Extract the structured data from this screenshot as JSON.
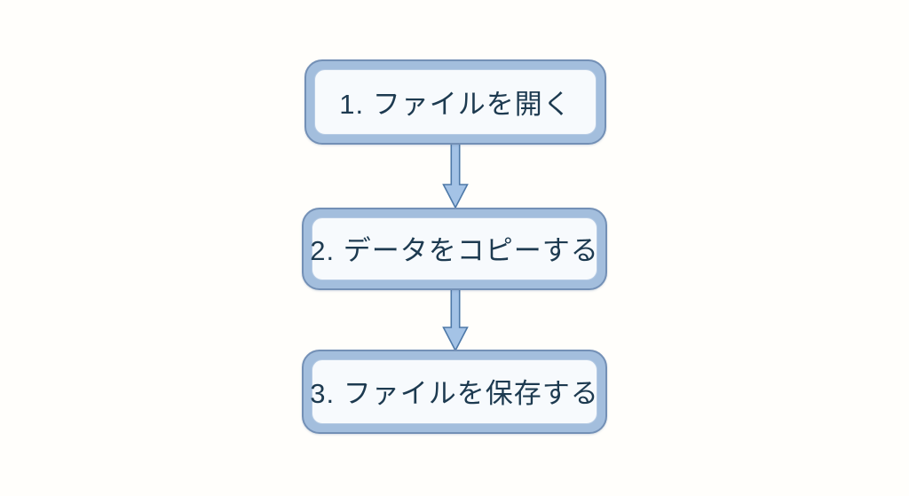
{
  "flowchart": {
    "type": "process-flow",
    "direction": "top-down",
    "steps": [
      {
        "order": "1",
        "label": "1. ファイルを開く"
      },
      {
        "order": "2",
        "label": "2. データをコピーする"
      },
      {
        "order": "3",
        "label": "3. ファイルを保存する"
      }
    ],
    "connectors": [
      {
        "from": "1",
        "to": "2",
        "style": "down-arrow"
      },
      {
        "from": "2",
        "to": "3",
        "style": "down-arrow"
      }
    ],
    "colors": {
      "frame_fill": "#a3bedd",
      "frame_border": "#7390b6",
      "inner_fill": "#f7fafd",
      "inner_border": "#b6cbe4",
      "arrow_fill": "#a4c3e6",
      "arrow_border": "#4e79a8",
      "text": "#1d3a50",
      "background": "#fffefb"
    }
  }
}
